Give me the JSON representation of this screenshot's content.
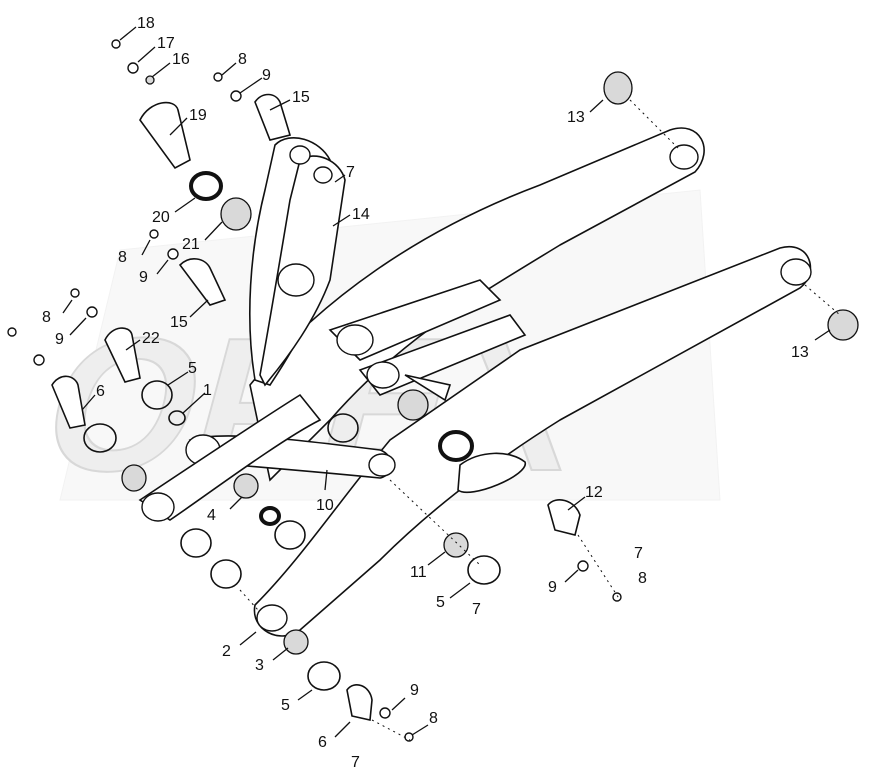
{
  "diagram": {
    "callouts": {
      "c1": "1",
      "c2": "2",
      "c3": "3",
      "c4": "4",
      "c5a": "5",
      "c5b": "5",
      "c5c": "5",
      "c6a": "6",
      "c6b": "6",
      "c7a": "7",
      "c7b": "7",
      "c7c": "7",
      "c7d": "7",
      "c8a": "8",
      "c8b": "8",
      "c8c": "8",
      "c8d": "8",
      "c8e": "8",
      "c9a": "9",
      "c9b": "9",
      "c9c": "9",
      "c9d": "9",
      "c9e": "9",
      "c10": "10",
      "c11": "11",
      "c12": "12",
      "c13a": "13",
      "c13b": "13",
      "c14": "14",
      "c15a": "15",
      "c15b": "15",
      "c16": "16",
      "c17": "17",
      "c18": "18",
      "c19": "19",
      "c20": "20",
      "c21": "21",
      "c22": "22"
    },
    "watermark_text": "OPEX",
    "colors": {
      "line": "#111111",
      "watermark": "#ececec",
      "background": "#ffffff"
    }
  }
}
